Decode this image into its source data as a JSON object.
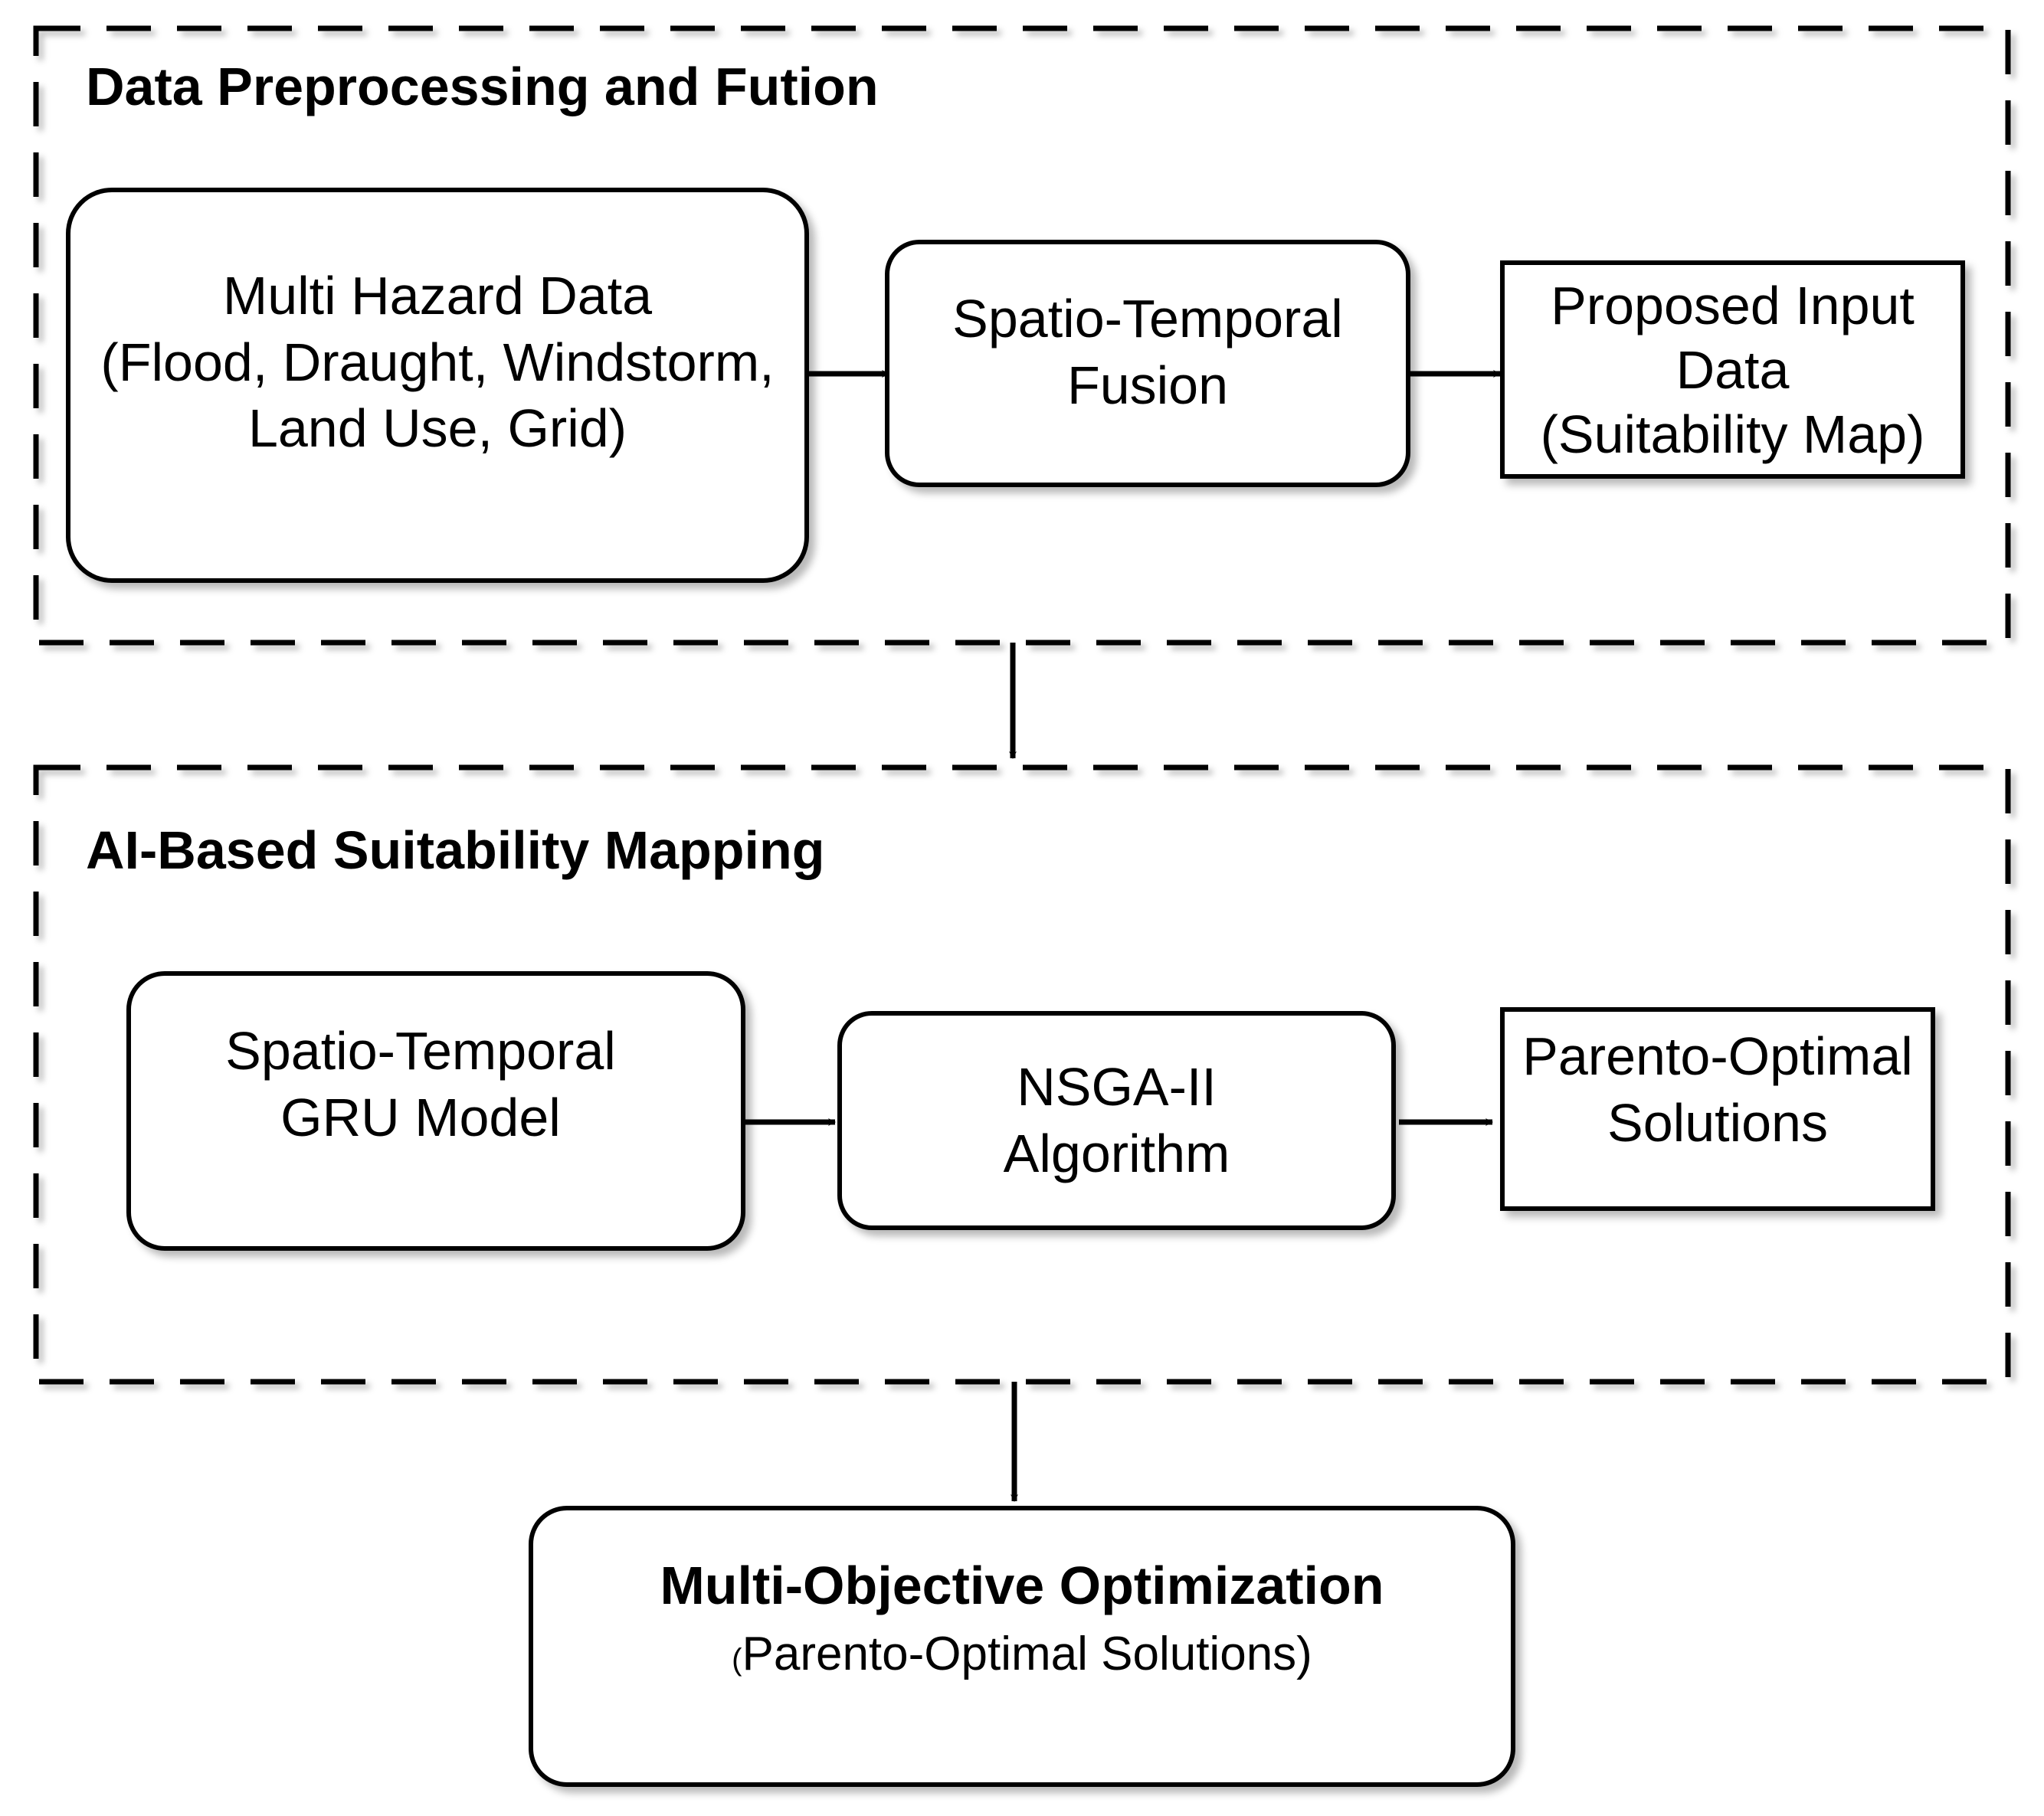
{
  "groups": {
    "preprocessing": {
      "title": "Data Preprocessing and Fution"
    },
    "ai_mapping": {
      "title": "AI-Based Suitability Mapping"
    }
  },
  "nodes": {
    "multi_hazard": {
      "lines": [
        "Multi Hazard Data",
        "(Flood, Draught, Windstorm,",
        "Land Use, Grid)"
      ]
    },
    "fusion": {
      "lines": [
        "Spatio-Temporal",
        "Fusion"
      ]
    },
    "proposed_input": {
      "lines": [
        "Proposed Input",
        "Data",
        "(Suitability Map)"
      ]
    },
    "gru_model": {
      "lines": [
        "Spatio-Temporal",
        "GRU Model"
      ]
    },
    "nsga": {
      "lines": [
        "NSGA-II",
        "Algorithm"
      ]
    },
    "parento_solutions": {
      "lines": [
        "Parento-Optimal",
        "Solutions"
      ]
    },
    "moo": {
      "title": "Multi-Objective Optimization",
      "subtitle_open": "(",
      "subtitle": "Parento-Optimal Solutions)"
    }
  },
  "edges": [
    [
      "multi_hazard",
      "fusion"
    ],
    [
      "fusion",
      "proposed_input"
    ],
    [
      "preprocessing",
      "ai_mapping"
    ],
    [
      "gru_model",
      "nsga"
    ],
    [
      "nsga",
      "parento_solutions"
    ],
    [
      "ai_mapping",
      "moo"
    ]
  ],
  "colors": {
    "stroke": "#000000",
    "fill": "#ffffff",
    "text": "#000000"
  }
}
